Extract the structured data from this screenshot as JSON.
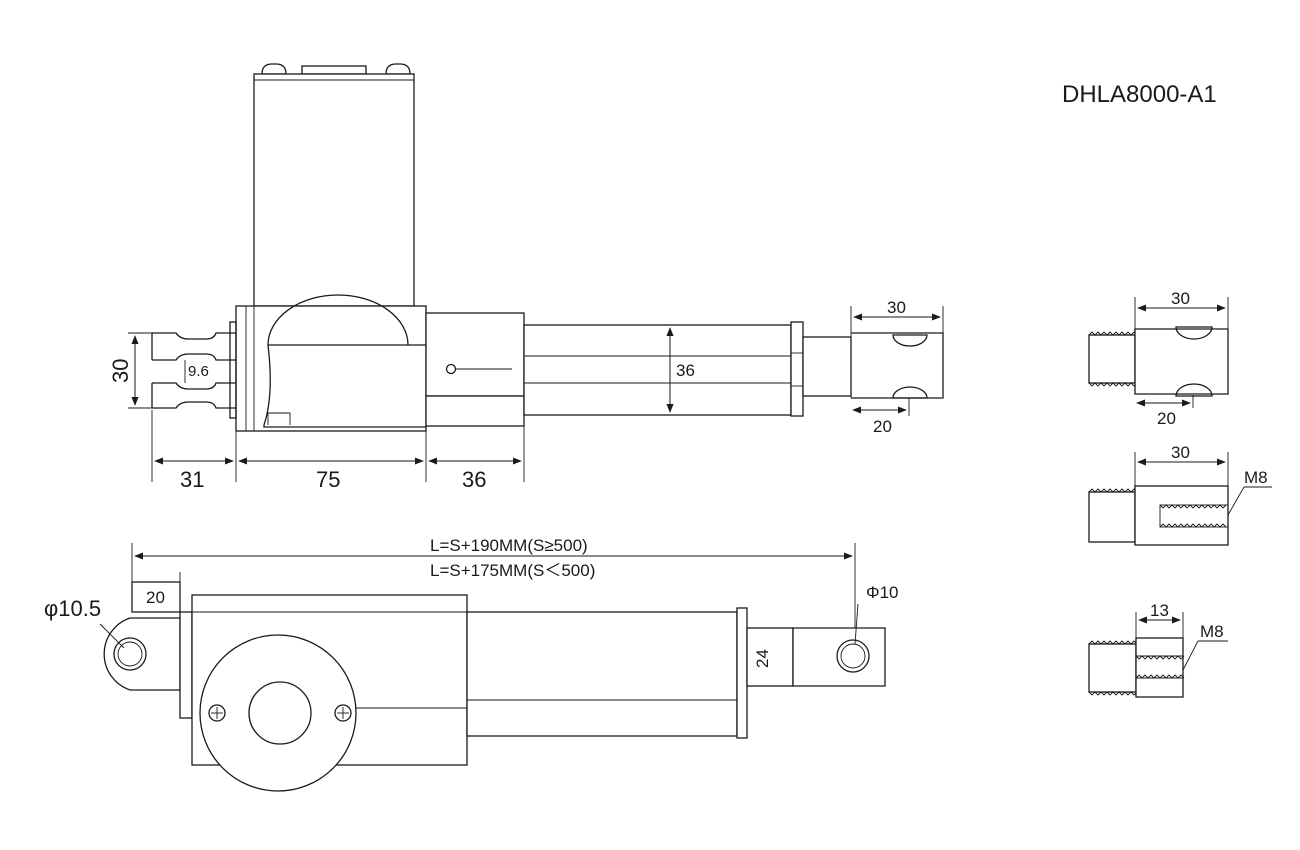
{
  "title": "DHLA8000-A1",
  "side_view": {
    "height_30": "30",
    "pin_9_6": "9.6",
    "tube_36": "36",
    "len_31": "31",
    "len_75": "75",
    "len_36": "36",
    "clevis_width_30": "30",
    "clevis_hole_20": "20"
  },
  "top_view": {
    "length_formula_1": "L=S+190MM(S≥500)",
    "length_formula_2": "L=S+175MM(S＜500)",
    "rear_hole": "φ10.5",
    "rear_offset": "20",
    "front_hole": "Φ10",
    "rod_width": "24"
  },
  "options": {
    "opt1_width": "30",
    "opt1_hole": "20",
    "opt2_width": "30",
    "opt2_thread": "M8",
    "opt3_width": "13",
    "opt3_thread": "M8"
  }
}
